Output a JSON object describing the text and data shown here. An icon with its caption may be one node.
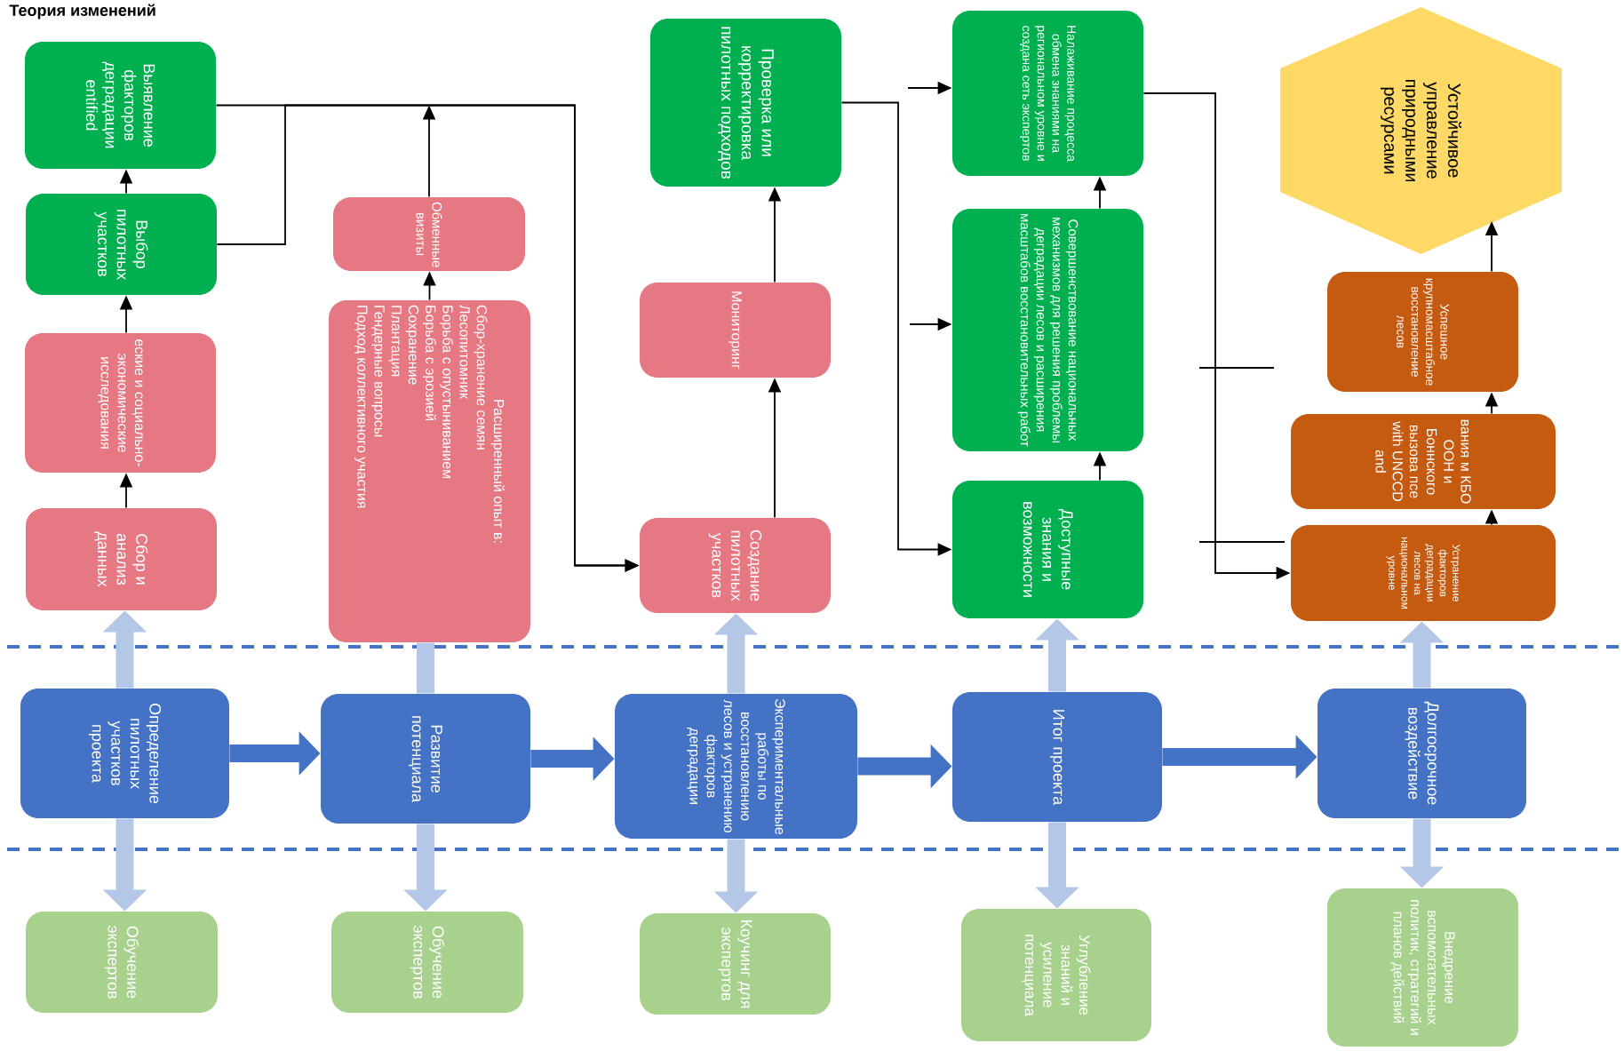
{
  "diagram": {
    "title": "Теория изменений",
    "nodes": [
      {
        "text": [
          "Выявление факторов деградации entified"
        ]
      },
      {
        "text": [
          "Выбор пилотных участков"
        ]
      },
      {
        "text": [
          "еские и социально-экономические исследования"
        ]
      },
      {
        "text": [
          "Сбор и анализ данных"
        ]
      },
      {
        "text": [
          "Обменные визиты"
        ]
      },
      {
        "text": [
          "Расширенный опыт в:",
          "Сбор-хранение семян",
          "Лесопитомник",
          "Борьба с опустыниванием",
          "Борьба с эрозией",
          "Сохранение",
          "Плантация",
          "Гендерные вопросы",
          "Подход коллективного участия"
        ]
      },
      {
        "text": [
          "Проверка или корректировка пилотных подходов"
        ]
      },
      {
        "text": [
          "Мониторинг"
        ]
      },
      {
        "text": [
          "Создание пилотных участков"
        ]
      },
      {
        "text": [
          "Налаживание процесса обмена знаниями на региональном уровне и создана сеть экспертов"
        ]
      },
      {
        "text": [
          "Совершенствование национальных механизмов для решения проблемы деградации лесов и расширения масштабов восстановительных работ"
        ]
      },
      {
        "text": [
          "Доступные знания и возможности"
        ]
      },
      {
        "text": [
          "Устойчивое управление природными ресурсами"
        ]
      },
      {
        "text": [
          "Успешное крупномасштабное восстановление лесов"
        ]
      },
      {
        "text": [
          "вания м КБО ООН и Боннского вызова псе with UNCCD and"
        ]
      },
      {
        "text": [
          "Устранение факторов деградации лесов на национальном уровне"
        ]
      },
      {
        "text": [
          "Определение пилотных участков проекта"
        ]
      },
      {
        "text": [
          "Развитие потенциала"
        ]
      },
      {
        "text": [
          "Экспериментальные работы по восстановлению лесов и устранению факторов деградации"
        ]
      },
      {
        "text": [
          "Итог проекта"
        ]
      },
      {
        "text": [
          "Долгосрочное воздействие"
        ]
      },
      {
        "text": [
          "Обучение экспертов"
        ]
      },
      {
        "text": [
          "Обучение экспертов"
        ]
      },
      {
        "text": [
          "Коучинг для экспертов"
        ]
      },
      {
        "text": [
          "Углубление знаний и усиление потенциала"
        ]
      },
      {
        "text": [
          "Внедрение вспомогательных политик, стратегий и планов действий"
        ]
      }
    ],
    "edges": [
      {
        "from": 3,
        "to": 2,
        "arrow": "to"
      },
      {
        "from": 2,
        "to": 1,
        "arrow": "to"
      },
      {
        "from": 1,
        "to": 0,
        "arrow": "to"
      },
      {
        "from": 0,
        "to": 8,
        "arrow": "to"
      },
      {
        "from": 1,
        "to": 8,
        "arrow": "to"
      },
      {
        "from": 5,
        "to": 4,
        "arrow": "to"
      },
      {
        "from": 4,
        "to": null,
        "arrow": "to"
      },
      {
        "from": 8,
        "to": 7,
        "arrow": "to"
      },
      {
        "from": 7,
        "to": 6,
        "arrow": "to"
      },
      {
        "from": 6,
        "to": 11,
        "arrow": "to"
      },
      {
        "from": null,
        "to": 9,
        "arrow": "to"
      },
      {
        "from": null,
        "to": 10,
        "arrow": "to"
      },
      {
        "from": 11,
        "to": 10,
        "arrow": "to"
      },
      {
        "from": 10,
        "to": 9,
        "arrow": "to"
      },
      {
        "from": 9,
        "to": 15,
        "arrow": "to"
      },
      {
        "from": 15,
        "to": 14,
        "arrow": "to"
      },
      {
        "from": 14,
        "to": 13,
        "arrow": "to"
      },
      {
        "from": 13,
        "to": 12,
        "arrow": "to"
      },
      {
        "from": 16,
        "to": 17,
        "arrow": "to",
        "style": "thick",
        "color": "#4472c4"
      },
      {
        "from": 17,
        "to": 18,
        "arrow": "to",
        "style": "thick",
        "color": "#4472c4"
      },
      {
        "from": 18,
        "to": 19,
        "arrow": "to",
        "style": "thick",
        "color": "#4472c4"
      },
      {
        "from": 19,
        "to": 20,
        "arrow": "to",
        "style": "thick",
        "color": "#4472c4"
      },
      {
        "from": 16,
        "to": 3,
        "arrow": "to",
        "style": "thick",
        "color": "#b4c7e7"
      },
      {
        "from": 16,
        "to": 21,
        "arrow": "to",
        "style": "thick",
        "color": "#b4c7e7"
      },
      {
        "from": 17,
        "to": 5,
        "arrow": "none",
        "style": "thick",
        "color": "#b4c7e7"
      },
      {
        "from": 17,
        "to": 22,
        "arrow": "to",
        "style": "thick",
        "color": "#b4c7e7"
      },
      {
        "from": 18,
        "to": 8,
        "arrow": "to",
        "style": "thick",
        "color": "#b4c7e7"
      },
      {
        "from": 18,
        "to": 23,
        "arrow": "to",
        "style": "thick",
        "color": "#b4c7e7"
      },
      {
        "from": 19,
        "to": 11,
        "arrow": "to",
        "style": "thick",
        "color": "#b4c7e7"
      },
      {
        "from": 19,
        "to": 24,
        "arrow": "to",
        "style": "thick",
        "color": "#b4c7e7"
      },
      {
        "from": 20,
        "to": 15,
        "arrow": "to",
        "style": "thick",
        "color": "#b4c7e7"
      },
      {
        "from": 20,
        "to": 25,
        "arrow": "to",
        "style": "thick",
        "color": "#b4c7e7"
      }
    ]
  }
}
